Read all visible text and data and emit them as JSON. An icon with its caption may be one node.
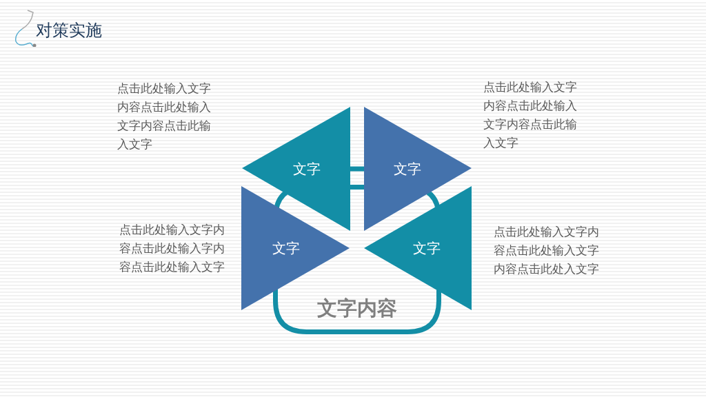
{
  "diagram": {
    "title": "对策实施",
    "nodes": [
      {
        "text": [
          "文字内容"
        ]
      },
      {
        "text": [
          "文字"
        ]
      },
      {
        "text": [
          "文字"
        ]
      },
      {
        "text": [
          "文字"
        ]
      },
      {
        "text": [
          "文字"
        ]
      }
    ],
    "edges": [
      {
        "from": 1,
        "to": 2,
        "arrow": "none"
      }
    ],
    "labels": [
      "点击此处输入文字内容点击此处输入文字内容点击此输入文字",
      "点击此处输入文字内容点击此处输入文字内容点击此输入文字",
      "点击此处输入文字内容点击此处输入字内容点击此处输入文字",
      "点击此处输入文字内容点击此处输入文字内容点击此处入文字"
    ]
  }
}
